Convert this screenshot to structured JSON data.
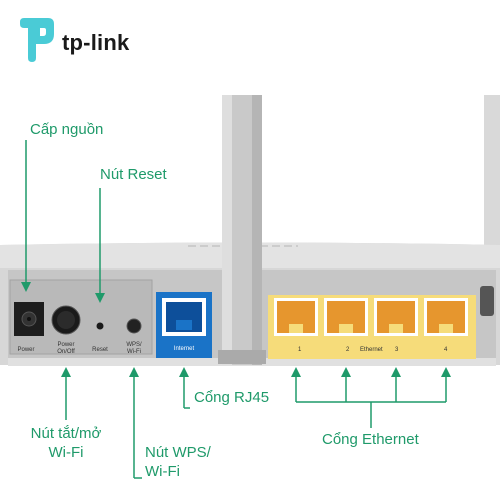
{
  "brand": {
    "name": "tp-link",
    "logo_color": "#4acbd6"
  },
  "callouts": {
    "power_input": "Cấp nguồn",
    "reset_button": "Nút Reset",
    "power_switch": [
      "Nút tắt/mở",
      "Wi-Fi"
    ],
    "wps_button": [
      "Nút WPS/",
      "Wi-Fi"
    ],
    "rj45_port": "Cổng RJ45",
    "ethernet_ports": "Cổng Ethernet"
  },
  "panel_labels": {
    "power": "Power",
    "power_onoff": [
      "Power",
      "On/Off"
    ],
    "reset": "Reset",
    "wps": [
      "WPS/",
      "Wi-Fi"
    ],
    "internet": "Internet",
    "ethernet": "Ethernet",
    "ethernet_numbers": [
      "1",
      "2",
      "3",
      "4"
    ]
  },
  "colors": {
    "callout_green": "#1f9a6a",
    "internet_blue": "#1a73c7",
    "lan_orange": "#e6962e",
    "lan_bg": "#f6dc7a"
  }
}
